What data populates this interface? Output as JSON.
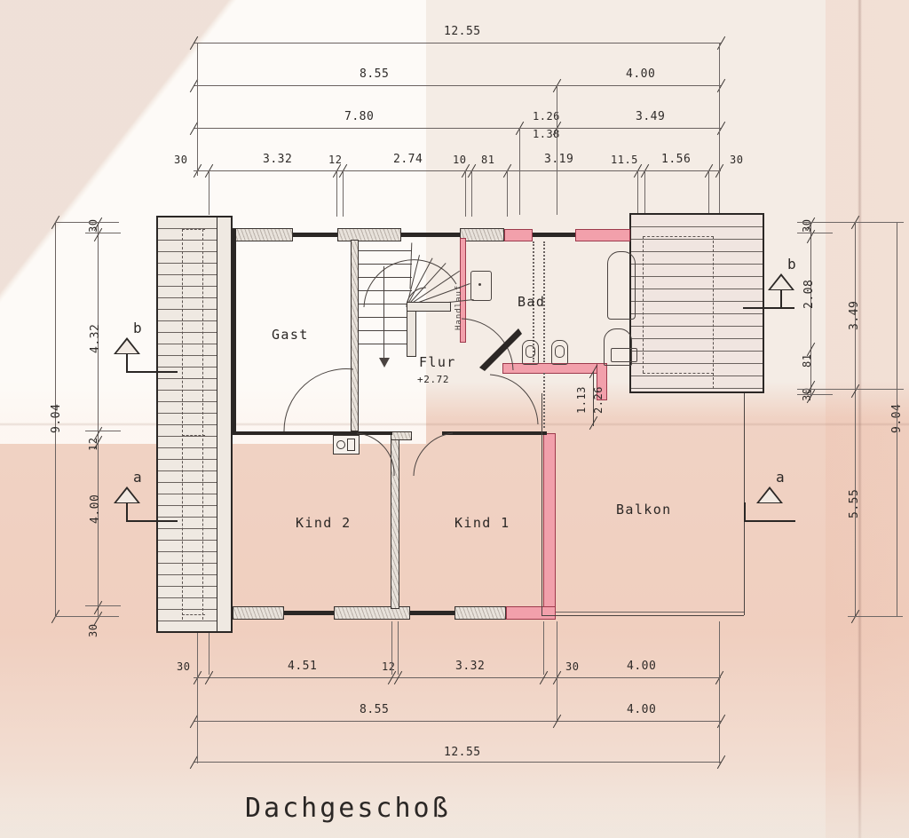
{
  "drawing": {
    "title": "Dachgeschoß",
    "sheet_type": "architectural-floor-plan"
  },
  "colors": {
    "paper": "#f4ece5",
    "ink": "#2b2725",
    "new_wall_pink": "#f2a0ab",
    "new_wall_outline": "#9d3a4c",
    "existing_wall": "#e8e2db",
    "wash_salmon": "#ebac92"
  },
  "rooms": [
    {
      "id": "gast",
      "label": "Gast"
    },
    {
      "id": "flur",
      "label": "Flur",
      "elevation": "+2.72"
    },
    {
      "id": "bad",
      "label": "Bad"
    },
    {
      "id": "kind2",
      "label": "Kind 2"
    },
    {
      "id": "kind1",
      "label": "Kind 1"
    },
    {
      "id": "balkon",
      "label": "Balkon"
    }
  ],
  "section_marks": [
    {
      "id": "b-left",
      "label": "b"
    },
    {
      "id": "a-left",
      "label": "a"
    },
    {
      "id": "b-right",
      "label": "b"
    },
    {
      "id": "a-right",
      "label": "a"
    }
  ],
  "dimensions": {
    "top": {
      "row1": [
        {
          "value": "12.55"
        }
      ],
      "row2": [
        {
          "value": "8.55"
        },
        {
          "value": "4.00"
        }
      ],
      "row3": [
        {
          "value": "7.80"
        },
        {
          "value": "1.26"
        },
        {
          "value": "1.38"
        },
        {
          "value": "3.49"
        }
      ],
      "row4": [
        {
          "value": "30"
        },
        {
          "value": "3.32"
        },
        {
          "value": "12"
        },
        {
          "value": "2.74"
        },
        {
          "value": "10"
        },
        {
          "value": "81"
        },
        {
          "value": "3.19"
        },
        {
          "value": "11.5"
        },
        {
          "value": "1.56"
        },
        {
          "value": "30"
        }
      ]
    },
    "bottom": {
      "row1": [
        {
          "value": "30"
        },
        {
          "value": "4.51"
        },
        {
          "value": "12"
        },
        {
          "value": "3.32"
        },
        {
          "value": "30"
        },
        {
          "value": "4.00"
        }
      ],
      "row2": [
        {
          "value": "8.55"
        },
        {
          "value": "4.00"
        }
      ],
      "row3": [
        {
          "value": "12.55"
        }
      ]
    },
    "left": {
      "outer": [
        {
          "value": "9.04"
        }
      ],
      "inner": [
        {
          "value": "30"
        },
        {
          "value": "4.32"
        },
        {
          "value": "12"
        },
        {
          "value": "4.00"
        },
        {
          "value": "30"
        }
      ]
    },
    "right": {
      "outer": [
        {
          "value": "9.04"
        }
      ],
      "mid": [
        {
          "value": "3.49"
        },
        {
          "value": "5.55"
        }
      ],
      "inner": [
        {
          "value": "30"
        },
        {
          "value": "2.08"
        },
        {
          "value": "81"
        },
        {
          "value": "30"
        }
      ]
    },
    "interior": [
      {
        "id": "balkon-door-1",
        "value": "1.13"
      },
      {
        "id": "balkon-door-2",
        "value": "2.26"
      }
    ]
  },
  "annotations": {
    "stair_direction": "down-arrow",
    "stair_type": "winder-staircase",
    "roof_area_left": "hatched-roof-slats",
    "roof_area_right": "hatched-roof-slats"
  }
}
